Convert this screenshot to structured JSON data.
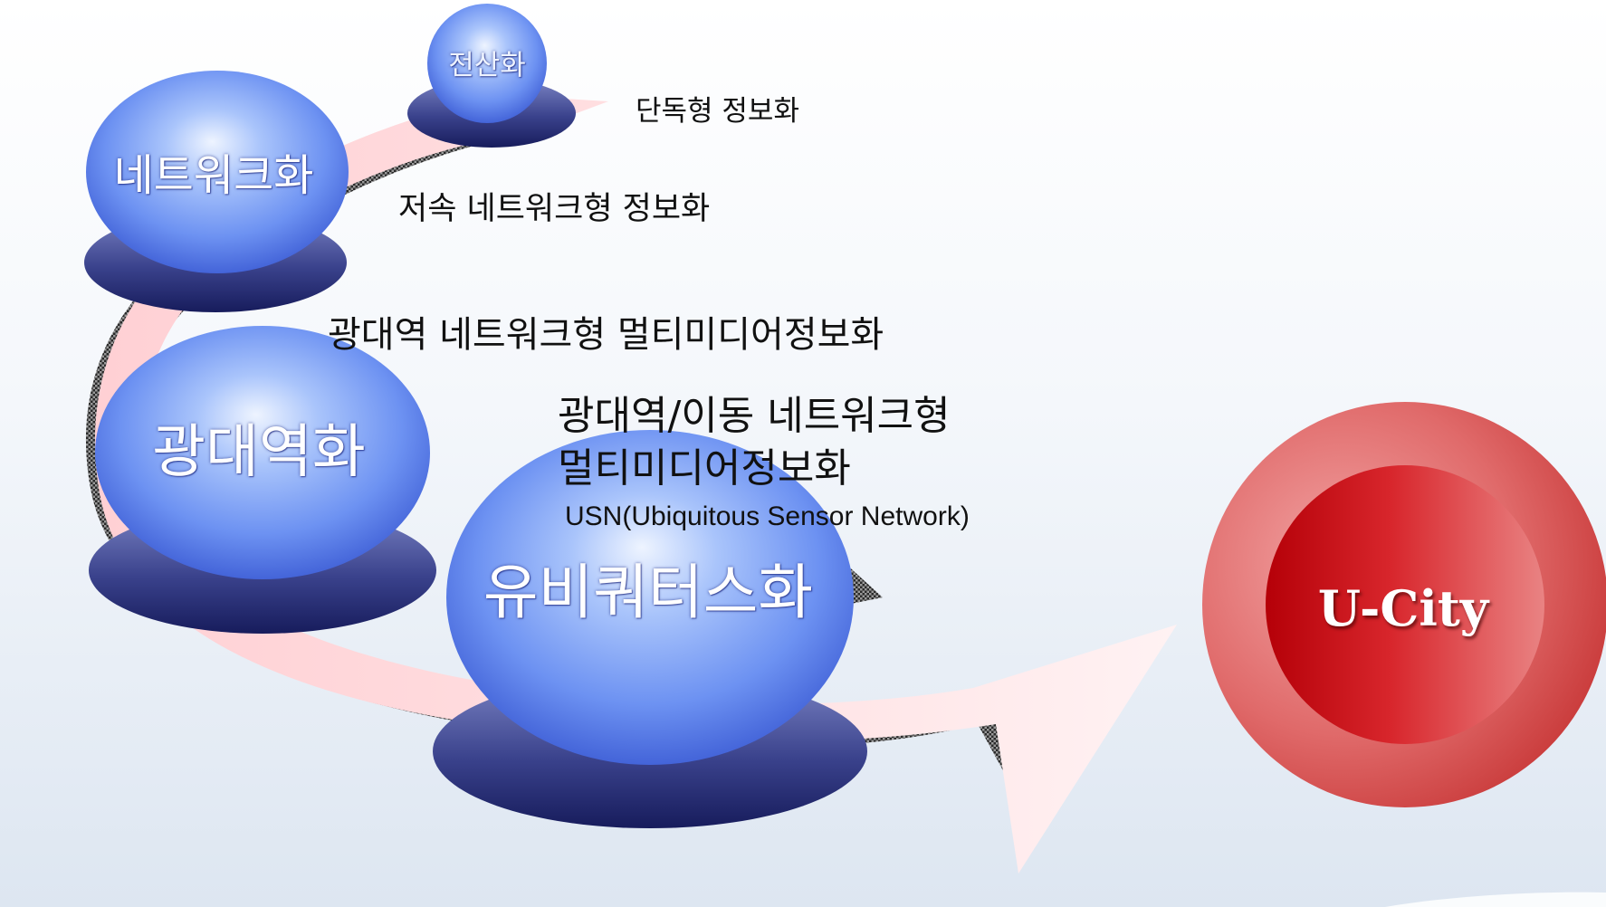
{
  "stages": [
    {
      "id": "computerization",
      "title": "전산화"
    },
    {
      "id": "networking",
      "title": "네트워크화"
    },
    {
      "id": "broadband",
      "title": "광대역화"
    },
    {
      "id": "ubiquitous",
      "title": "유비쿼터스화"
    }
  ],
  "descriptions": {
    "standalone": "단독형 정보화",
    "low_speed_network": "저속 네트워크형 정보화",
    "broadband_network": "광대역 네트워크형 멀티미디어정보화",
    "mobile_line1": "광대역/이동 네트워크형",
    "mobile_line2": "멀티미디어정보화",
    "usn": "USN(Ubiquitous Sensor Network)"
  },
  "goal": {
    "label": "U-City"
  },
  "colors": {
    "sphere_light": "#d8e6ff",
    "sphere_mid": "#7ea3f5",
    "sphere_dark": "#3c5fd8",
    "base_dark": "#1e2470",
    "base_light": "#6e78b8",
    "ribbon": "#ffd9dc",
    "ucity_outer": "#e06262",
    "ucity_inner": "#c80e14"
  }
}
